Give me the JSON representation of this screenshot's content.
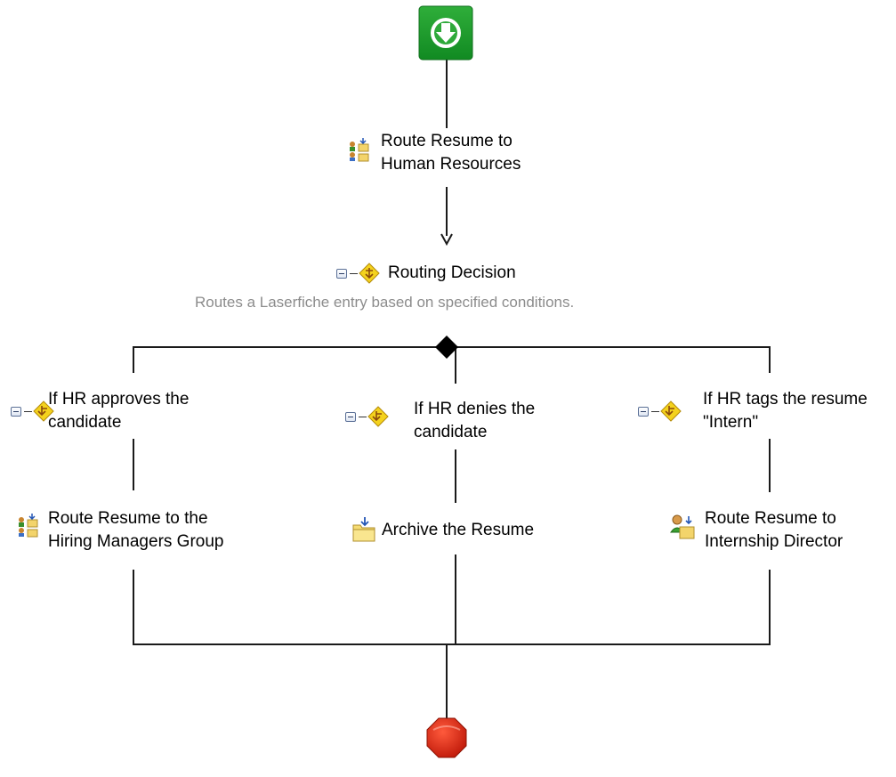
{
  "workflow": {
    "start": {
      "icon": "start-arrow-icon"
    },
    "end": {
      "icon": "stop-octagon-icon"
    },
    "route_hr": {
      "label_line1": "Route Resume to",
      "label_line2": "Human Resources",
      "icon": "route-entry-icon"
    },
    "routing_decision": {
      "label": "Routing Decision",
      "description": "Routes a Laserfiche entry based on specified conditions.",
      "icon": "decision-diamond-icon"
    },
    "branches": [
      {
        "condition_line1": "If HR approves the",
        "condition_line2": "candidate",
        "activity_line1": "Route Resume to the",
        "activity_line2": "Hiring Managers Group",
        "activity_icon": "route-entry-icon"
      },
      {
        "condition_line1": "If HR denies the",
        "condition_line2": "candidate",
        "activity_line1": "Archive the Resume",
        "activity_icon": "folder-move-icon"
      },
      {
        "condition_line1": "If HR tags the resume",
        "condition_line2": "\"Intern\"",
        "activity_line1": "Route Resume to",
        "activity_line2": "Internship Director",
        "activity_icon": "user-route-icon"
      }
    ]
  }
}
